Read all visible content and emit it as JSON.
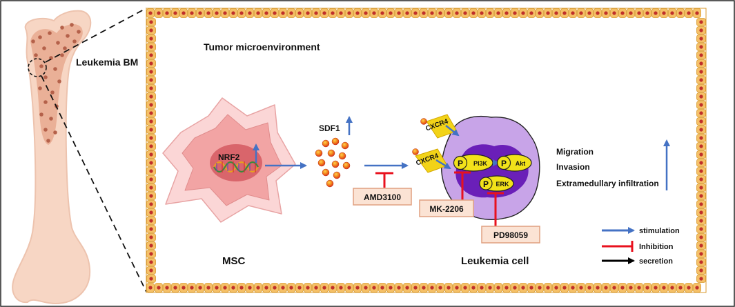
{
  "bone_label": "Leukemia BM",
  "tme_label": "Tumor microenvironment",
  "msc_label": "MSC",
  "leukemia_cell_label": "Leukemia cell",
  "nrf2_label": "NRF2",
  "sdf1_label": "SDF1",
  "receptors": [
    "CXCR4",
    "CXCR4"
  ],
  "kinases": {
    "pi3k": "PI3K",
    "akt": "Akt",
    "erk": "ERK",
    "phospho": "P"
  },
  "drugs": {
    "amd3100": "AMD3100",
    "mk2206": "MK-2206",
    "pd98059": "PD98059"
  },
  "outcomes": [
    "Migration",
    "Invasion",
    "Extramedullary infiltration"
  ],
  "legend": [
    {
      "label": "stimulation",
      "color": "#4472c4",
      "kind": "arrow"
    },
    {
      "label": "Inhibition",
      "color": "#e8111e",
      "kind": "tbar"
    },
    {
      "label": "secretion",
      "color": "#000000",
      "kind": "arrow"
    }
  ],
  "colors": {
    "stimulation": "#4472c4",
    "inhibition": "#e8111e",
    "bone": "#f7d6c4",
    "marrow": "#b5614a",
    "cell_border": "#f5c067",
    "cell_nucleus": "#c0302a",
    "leukemia_cytoplasm": "#c8a4e8",
    "leukemia_nucleus": "#6a1fb8",
    "kinase": "#f2e21a"
  }
}
